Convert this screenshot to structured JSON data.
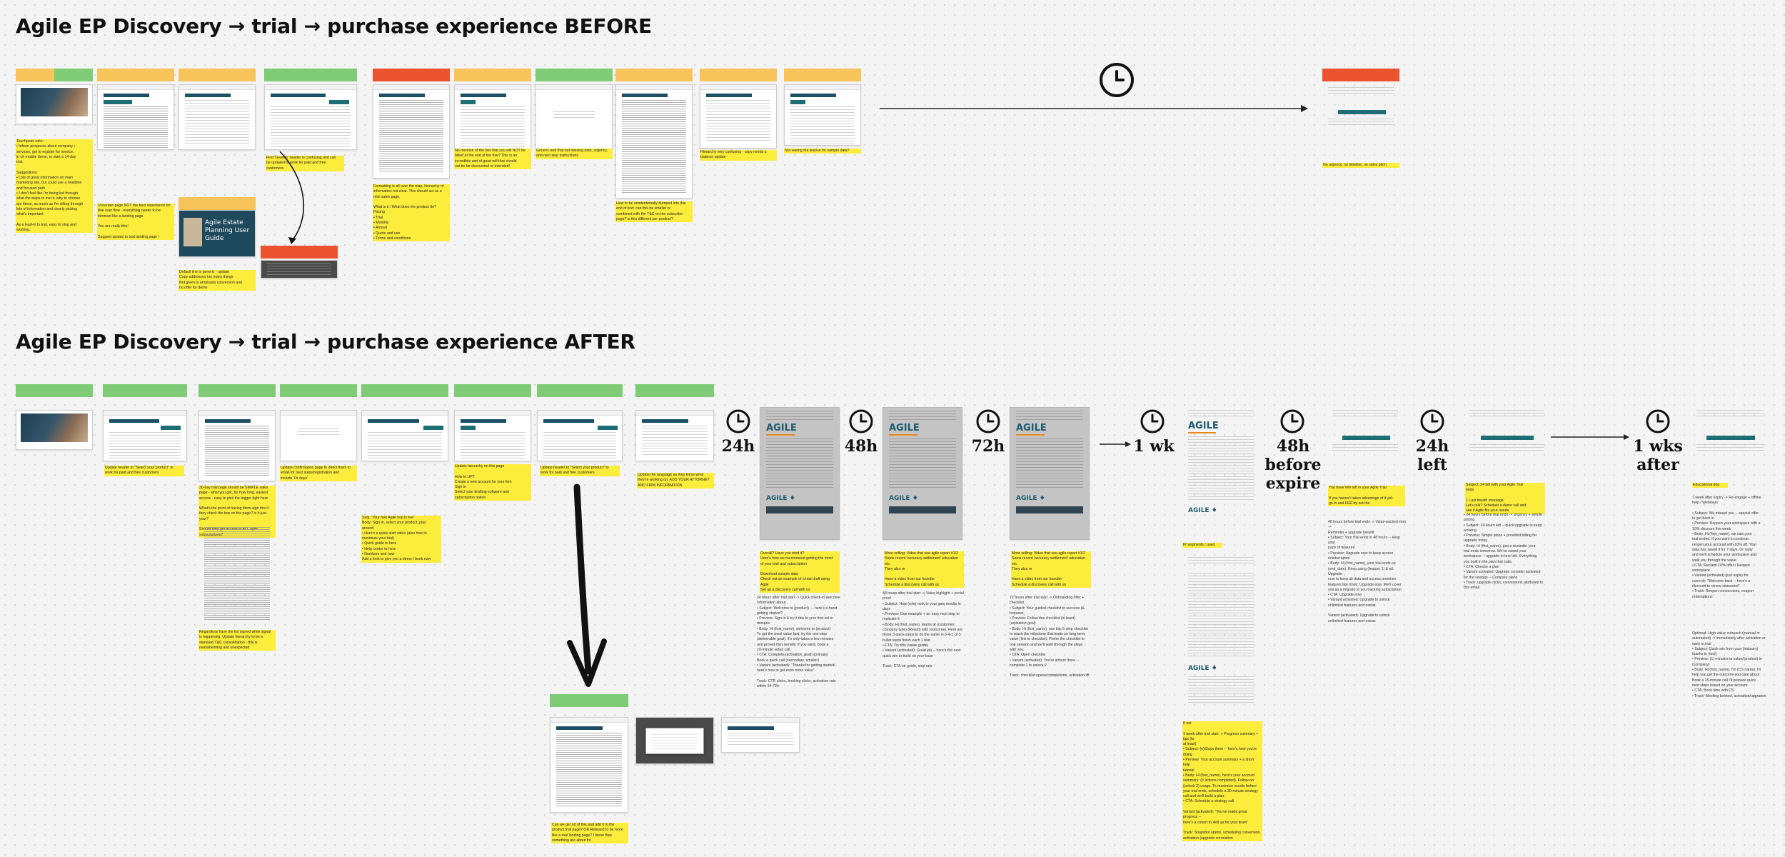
{
  "titles": {
    "before": "Agile EP Discovery → trial → purchase experience BEFORE",
    "after": "Agile EP Discovery → trial → purchase experience AFTER"
  },
  "screens": {
    "email_agile_logo": "AGILE",
    "email_agile_footer": "AGILE ♦",
    "blog_hero_text": "Agile Estate Planning User Guide"
  },
  "clock_labels": {
    "h24": "24h",
    "h48": "48h",
    "h72": "72h",
    "wk1": "1 wk",
    "before_expire": "48h\nbefore\nexpire",
    "left24": "24h\nleft",
    "after_wks": "1 wks\nafter"
  },
  "notes_before": {
    "n1": "Touchpoint note:\n• Inform prospects about company +\n  services, get to register for service,\n  in-ch enable demo, or start a 14-day\n  trial.\n\nSuggestions:\n• Lots of great information on main\n  marketing site, but could use a headline\n  and focused path\n• I don't feel like I'm being led through\n  what the steps to me is: why to choose\n  are these, as much as I'm sifting through\n  lots of information and clearly picking\n  what's important.\n\nAs a lead-in to trial, easy to stop and\nworking.",
    "n2": "Uncertain page NOT the best experience for\nthat user flow - everything needs to be\ntrimmed like a landing page.\n\nYou are really thin!\n\nSuggest update to trial landing page /",
    "n3": "First 'Greeter' header is confusing and can\nbe updated to work for paid and free\ncustomers",
    "n4": "Default line is generic - update\nCopy addresses too many things\nNot given to emphasis conversion and\nno offer for demo",
    "n5": "Formatting is all over the map, hierarchy of\ninformation not clear. This should act as a\nmini sales page.\n\nWhat is it / What does the product do?\nPricing\n• Trial\n• Monthly\n• Annual\n• Quote and use\n• Terms and conditions",
    "n6": "No mention of the fact that you will NOT be\nbilled at the end of the trial? This is an\nincredible and of good will that should\nnot be be discounted or intended!",
    "n7": "Generic and that but missing data, urgency,\nand next step instructions",
    "n8": "How to be unintentionally dumped into this\nend of text: can this be smaller or\ncombined with the T&C on the subscribe\npage? is this different per product?",
    "n9": "Hierarchy very confusing - copy needs a\nbalance update",
    "n10": "Not seeing the lead-in for sample data?",
    "n11": "No urgency, no timeline, no sales pitch"
  },
  "notes_after": {
    "a1": "Update header to \"Select your product\" to\nwork for paid and free customers",
    "a2": "30-day trial page should be SIMPLE sales\npage - what you get, for how long, easiest\naccess - easy to pick the trigger right here\n\nWhat's the point of having them sign this if\nthey check the box on the page? Is it just\nyour?\n\nShould they get access to ALL agile\nsubscriptions?",
    "a2b": "Regardless have the list signed while signal\nis happening. Update hierarchy to be a\nstandard T&C consolidation - this is\noverwhelming and unexpected",
    "a3": "Update confirmation page to direct them to\nemail for next steps/registration and\ninclude 'Or days'",
    "a4": "Subj: 'Your free Agile trial is live'\nBody: Sign in, select your product, play\naround\n  • Here's a quick start video (also how to\n    maximize your trial)\n  • Quick guide to here\n  • Help center to here\n  • Numbers and now\nAdd a look to give you a demo / book now",
    "a5": "Update hierarchy on this page\n\nHow to UPT\nCreate a new account for your firm\nSign in\nSelect your drafting software and\nsubscription option",
    "a6": "Update header to \"Select your product\" to\nwork for paid and free customers",
    "a7": "Update the language as they know what\nthey're working on: ADD YOUR ATTORNEY\nAND FIRM INFORMATION",
    "a8": "Overall? Have you tried it?\nHere's how we recommend getting the most\nof your trial and subscription\n\nDownload sample data\nCheck out an example of a trial draft using\nAgile\nSet up a discovery call with us",
    "a8p": "24 hours after trial start -> Quick check-in welcome\nInformation about\n• Subject: Welcome to (product) --- here's a hand\n  getting started?\n• Preview: Sign in & try it this to your first set in\n  minutes\n• Body: Hi (first_name), welcome to (product)\n  To get the most value fast, try the one-step\n  (deliverable goal): It's only takes a few minutes\n  and proves they benefit. If you want, book a\n  10-minute setup call.\n• CTA: Complete (activation_goal) (primary)\n  Book a quick call (secondary, smaller)\n• Variant (activated): \"Thanks for getting started -\n  here's how to get even more value\"\n\nTrack: CTR clicks, booking clicks, activation rate\nwithin 24-72h",
    "a9": "More selling: Video that see agile report #1/2\nSome recent 'accuracy settlement' education\netc.\nThey also re\n\nHave a video from our founder\nSchedule a discovery call with us",
    "a9p": "48 hours after trial start -> Value highlight + social\nproof\n• Subject: How (role) rank to your gain results in\n  days\n• Preview: One example + an easy next step to\n  replicate it\n• Body: Hi (first_name), teams at (customer/\n  company type) (Result) with (outcome). Here are\n  those 3 quick steps to do the same in 3-4-1: 2-3\n  bullet steps finish each 1 test\n• CTA: Try this (value guide)\n• Variant (activated): Great job -- here's the next\n  quick win to build on your base\n\nTrack: CTA on guide, step rate",
    "a10": "More selling: Video that see agile report #1/2\nSome recent 'accuracy settlement' education\netc.\nThey also re\n\nHave a video from our founder\nSchedule a discovery call with us",
    "a10p": "72 hours after trial start -> Onboarding offer +\nchecklist\n• Subject: Your guided checklist to success (&\n  bonuses\n• Preview: Follow this checklist (in least)\n  (activation goal)\n• Body: Hi (first_name), use this 5-step checklist\n  to reach the milestone that leads so long-term\n  value (link to checklist). Prefer the checklist to\n  one session and we'll walk through the steps\n  with you.\n• CTA: Open checklist\n• Variant (activated): You're almost there --\n  complete 1 to unlock 2\n\nTrack: checklist opens/completions, activation lift",
    "a11": "IP segments / used",
    "a11b": "If not\n\n1 week after trial start -> Progress summary + tips (to\nat least)\n• Subject: (n)/Days there -- here's how you're\n  doing\n• Preview: Your account summary + a short help\n  tutorial\n• Body: Hi (first_name), here's your account\n  summary: (# actions completed). Follow-on\n  (unlock 2) usage. To maximize results before\n  your trial ends, schedule a 30-minute strategy\n  call and we'll build a plan.\n• CTA: Schedule a strategy call\n\nVariant (activated): \"You've made great progress --\nhere's a cohort to skill up for your team\"\n\nTrack: Snapshot opens, scheduling conversion,\nactivation (upgrade correlation",
    "a12": "You have ### left in your Agile Trial\n\nIf you haven't taken advantage of it yet:\ngo in and FEE try out the",
    "a12p": "48 hours before trial ends -> Value-packed intro ->\nReminder + upgrade benefit\n• Subject: Your trial ends in 48 hours -- keep your\n  pace of features\n• Preview: Upgrade now to keep access\n  uninterrupted\n• Body: Hi (first_name), your trial ends on\n  (end_date). Keep using (feature 1) & all. Upgrade\n  now to keep all data and access premium\n  features like (tool). Upgrade now. We'll cover\n  you as a migrate to you tracking subscription\n• CTA: Upgrade now\n• Variant activated: Upgrade to unlock\n  unlimited features and extras\n\nVariant (activated): Upgrade to unlock\nunlimited features and extras",
    "a13": "Subject: 24 left with your Agile Trial\nends\n\n1 Last breath message\nLet's talk? Schedule a demo call and\nsee if Agile fits your needs",
    "a13p": "• 24 hours before trial ends -> Urgency + simple\n  pricing\n• Subject: 24 hours left -- quick upgrade to keep\n  working\n• Preview: Simple plans + provided billing for\n  upgrade today\n• Body: Hi (first_name), just a reminder your\n  trial ends tomorrow. We've saved your\n  workspace -- upgrade in one tick. Everything\n  you built in the plan that suits.\n• CTA: Choose a plan\n• Variant activated: Upgrade consider activated\n  for the savings -- Compare plans\n• Track: upgrade clicks, conversions attributed to\n  this email",
    "a14": "Educational drip",
    "a14p": "1 week after expiry -> Re-engage + offline\nhelp / Webinars\n\n• Subject: We missed you -- special offer\n  to get back in\n• Preview: Reopen your workspace with a\n  10% discount this week\n• Body: Hi (first_name), we saw your\n  trial ended. If you want to continue,\n  reopen your account with 10% off. Your\n  data has saved it for 7 days. Or reply\n  and we'll schedule your workspace and\n  walk you through the value.\n• CTA: Reclaim 10% offer / Reopen\n  workspace\n• Variant (activated) (just expiry for\n  current): \"Welcome back -- here's a\n  discount to renew seasoned\"\n• Track: Reopen conversions, coupon\n  redemptions",
    "a14b": "Optional: High-value outreach (manual or\nautomated) -> immediately after activation or\nearly in trial\n• Subject: Quick win from your (industry)\n  thanks to (tool)\n• Preview: (1) minutes to value/(product) in\n  (company)\n• Body: Hi (first_name), I'm (CS name). I'll\n  help you get the outcome you care about.\n  Book a 15-minute call I'll prepare quick\n  next steps based on your account.\n• CTA: Book time with CS\n• Track: Meeting booked, activation/upgrades",
    "a15": "Can we get rid of this and add it to the\nproduct trial page? OR Rebrand to be more\nlike a real landing page? I know they\nsomething are about for"
  },
  "colors": {
    "positive": "#7fcb76",
    "neutral": "#f7c45c",
    "negative": "#ea5230",
    "highlight": "#fcec3c",
    "brand": "#1d5b6d"
  },
  "icons": [
    "clock-icon",
    "arrow-right-icon",
    "arrow-down-icon"
  ]
}
